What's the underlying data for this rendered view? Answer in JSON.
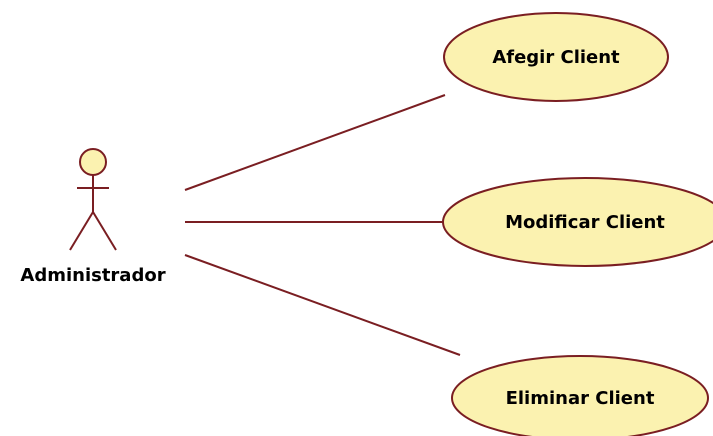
{
  "diagram": {
    "type": "use-case",
    "colors": {
      "fill": "#fbf2b0",
      "stroke": "#7a1e22",
      "text": "#000000"
    },
    "actor": {
      "name": "Administrador",
      "icon": "stick-figure-actor-icon"
    },
    "use_cases": [
      {
        "label": "Afegir Client"
      },
      {
        "label": "Modificar Client"
      },
      {
        "label": "Eliminar Client"
      }
    ],
    "associations": [
      {
        "from": "Administrador",
        "to": "Afegir Client"
      },
      {
        "from": "Administrador",
        "to": "Modificar Client"
      },
      {
        "from": "Administrador",
        "to": "Eliminar Client"
      }
    ]
  }
}
